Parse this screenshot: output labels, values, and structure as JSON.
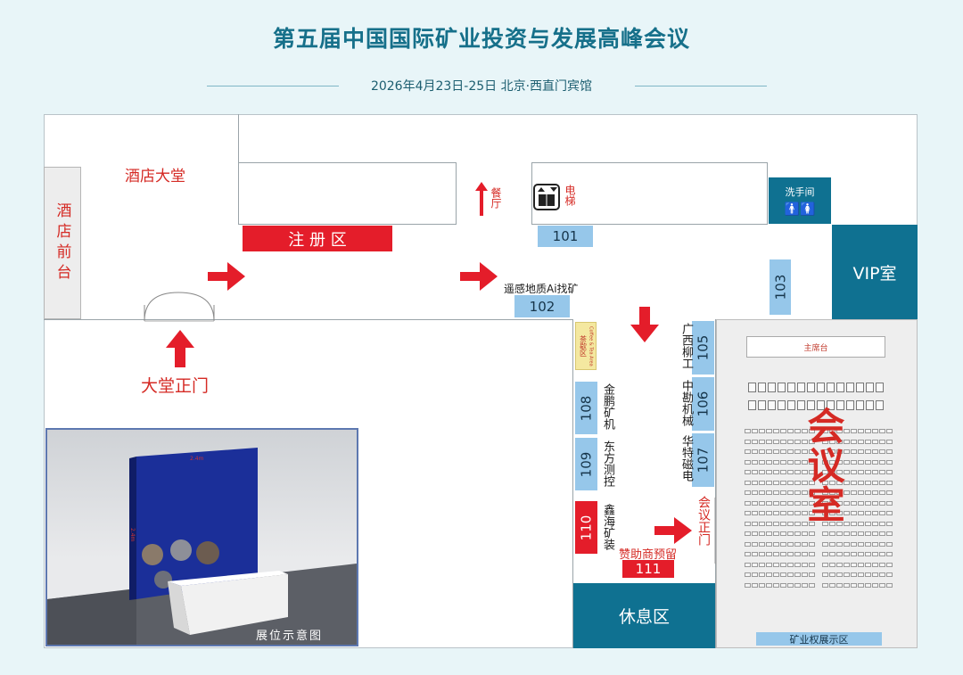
{
  "header": {
    "title": "第五届中国国际矿业投资与发展高峰会议",
    "subtitle": "2026年4月23日-25日  北京·西直门宾馆"
  },
  "areas": {
    "hotel_lobby": "酒店大堂",
    "front_desk": "酒店前台",
    "registration": "注  册  区",
    "restaurant": "餐厅",
    "elevator": "电梯",
    "restroom": "洗手间",
    "vip_room": "VIP室",
    "main_entrance": "大堂正门",
    "tea_area": "茶歇区",
    "tea_area_en": "Coffee & Tea Area",
    "lounge": "休息区",
    "meeting_room": "会议室",
    "meeting_door": "会议正门",
    "rostrum": "主席台",
    "mining_rights": "矿业权展示区",
    "sponsor_reserved": "赞助商预留"
  },
  "booths": [
    {
      "number": "101",
      "exhibitor": ""
    },
    {
      "number": "102",
      "exhibitor": "遥感地质Ai找矿"
    },
    {
      "number": "103",
      "exhibitor": ""
    },
    {
      "number": "105",
      "exhibitor": "广西柳工"
    },
    {
      "number": "106",
      "exhibitor": "中勘机械"
    },
    {
      "number": "107",
      "exhibitor": "华特磁电"
    },
    {
      "number": "108",
      "exhibitor": "金鹏矿机"
    },
    {
      "number": "109",
      "exhibitor": "东方测控"
    },
    {
      "number": "110",
      "exhibitor": "鑫海矿装"
    },
    {
      "number": "111",
      "exhibitor": ""
    }
  ],
  "booth_preview": {
    "caption": "展位示意图",
    "dim_width": "2.4m",
    "dim_height": "2.4m"
  },
  "colors": {
    "title": "#16708a",
    "red": "#e41d2a",
    "booth_blue": "#96c7ea",
    "teal": "#0f7191"
  }
}
